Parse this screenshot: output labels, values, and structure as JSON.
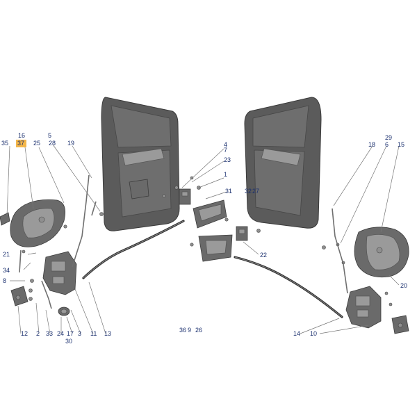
{
  "labels": {
    "l1": "1",
    "l2": "2",
    "l3": "3",
    "l4": "4",
    "l5": "5",
    "l6": "6",
    "l7": "7",
    "l8": "8",
    "l9": "9",
    "l10": "10",
    "l11": "11",
    "l12": "12",
    "l13": "13",
    "l14": "14",
    "l15": "15",
    "l16": "16",
    "l17": "17",
    "l18": "18",
    "l19": "19",
    "l20": "20",
    "l21": "21",
    "l22": "22",
    "l23": "23",
    "l24": "24",
    "l25": "25",
    "l26": "26",
    "l27": "27",
    "l28": "28",
    "l29": "29",
    "l30": "30",
    "l31": "31",
    "l32": "32",
    "l33": "33",
    "l34": "34",
    "l35": "35",
    "l36": "36",
    "l37": "37"
  },
  "highlight_color": "#f3b64a",
  "label_color": "#1a2f6e"
}
